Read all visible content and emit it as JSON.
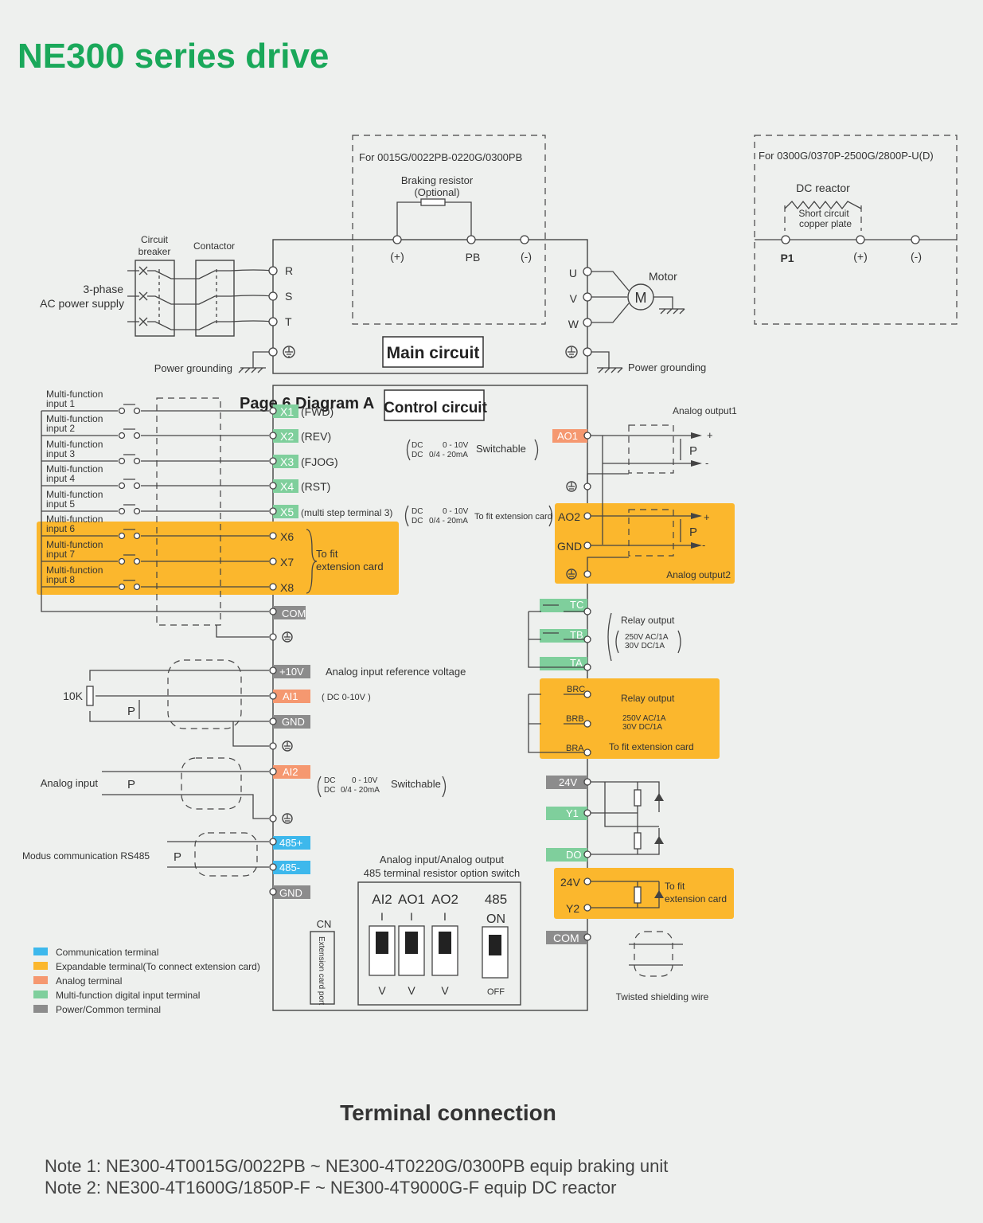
{
  "title": "NE300 series drive",
  "caption": "Terminal connection",
  "notes": [
    "Note 1: NE300-4T0015G/0022PB ~ NE300-4T0220G/0300PB equip braking unit",
    "Note 2: NE300-4T1600G/1850P-F ~ NE300-4T9000G-F equip DC reactor"
  ],
  "colors": {
    "title": "#1aa85a",
    "communication": "#3db8ec",
    "expandable": "#fbb72d",
    "analog": "#f59870",
    "digital_input": "#7fcf9c",
    "power_common": "#8c8c8c"
  },
  "main": {
    "label": "Main circuit",
    "braking_box": "For 0015G/0022PB-0220G/0300PB",
    "braking_resistor": "Braking resistor",
    "optional": "(Optional)",
    "dc_box": "For 0300G/0370P-2500G/2800P-U(D)",
    "dc_reactor": "DC reactor",
    "short_circuit": "Short circuit",
    "copper_plate": "copper plate",
    "bus_terms": [
      "(+)",
      "PB",
      "(-)"
    ],
    "dc_terms": [
      "P1",
      "(+)",
      "(-)"
    ],
    "circuit_breaker": [
      "Circuit",
      "breaker"
    ],
    "contactor": "Contactor",
    "supply": [
      "3-phase",
      "AC power supply"
    ],
    "inputs": [
      "R",
      "S",
      "T"
    ],
    "outputs": [
      "U",
      "V",
      "W"
    ],
    "motor": "Motor",
    "motor_symbol": "M",
    "power_grounding": "Power grounding"
  },
  "control": {
    "label": "Control circuit",
    "page_label": "Page 6 Diagram A",
    "left_inputs": [
      {
        "label": [
          "Multi-function",
          "input 1"
        ],
        "term": "X1",
        "func": "(FWD)"
      },
      {
        "label": [
          "Multi-function",
          "input 2"
        ],
        "term": "X2",
        "func": "(REV)"
      },
      {
        "label": [
          "Multi-function",
          "input 3"
        ],
        "term": "X3",
        "func": "(FJOG)"
      },
      {
        "label": [
          "Multi-function",
          "input 4"
        ],
        "term": "X4",
        "func": "(RST)"
      },
      {
        "label": [
          "Multi-function",
          "input 5"
        ],
        "term": "X5",
        "func": "(multi step terminal 3)"
      },
      {
        "label": [
          "Multi-function",
          "input 6"
        ],
        "term": "X6",
        "func": ""
      },
      {
        "label": [
          "Multi-function",
          "input 7"
        ],
        "term": "X7",
        "func": ""
      },
      {
        "label": [
          "Multi-function",
          "input 8"
        ],
        "term": "X8",
        "func": ""
      }
    ],
    "to_fit": [
      "To fit",
      "extension card"
    ],
    "com": "COM",
    "dc_v": "DC",
    "v_range": "0 - 10V",
    "dc_ma": "DC",
    "ma_range": "0/4 - 20mA",
    "switchable": "Switchable",
    "to_fit_ext": "To fit extension card",
    "ref_term": "+10V",
    "ref_label": "Analog input reference voltage",
    "pot_label": "10K",
    "p": "P",
    "ai1": "AI1",
    "ai1_range": "( DC 0-10V )",
    "gnd": "GND",
    "ai2": "AI2",
    "ai2_v": "0 - 10V",
    "analog_input": "Analog input",
    "rs485_label": "Modus communication RS485",
    "rs485_pos": "485+",
    "rs485_neg": "485-",
    "gnd2": "GND",
    "ao1": "AO1",
    "analog_output1": "Analog output1",
    "ao2": "AO2",
    "gnd_ao": "GND",
    "analog_output2": "Analog output2",
    "plus": "+",
    "minus": "-",
    "tc": "TC",
    "tb": "TB",
    "ta": "TA",
    "relay_output": "Relay output",
    "relay_spec1": "250V  AC/1A",
    "relay_spec2": "30V    DC/1A",
    "brc": "BRC",
    "brb": "BRB",
    "bra": "BRA",
    "relay_output2": "Relay output",
    "to_fit_ext2": "To fit extension card",
    "v24": "24V",
    "y1": "Y1",
    "do": "DO",
    "v24b": "24V",
    "y2": "Y2",
    "to_fit3": [
      "To fit",
      "extension card"
    ],
    "com2": "COM",
    "twisted": "Twisted shielding wire",
    "switch_title": [
      "Analog input/Analog output",
      "485 terminal resistor option switch"
    ],
    "switches": [
      "AI2",
      "AO1",
      "AO2",
      "485"
    ],
    "on": "ON",
    "off": "OFF",
    "switch_i": "I",
    "switch_v": "V",
    "cn": "CN",
    "ext_port": "Extension card port"
  },
  "legend": [
    {
      "label": "Communication terminal",
      "color": "#3db8ec"
    },
    {
      "label": "Expandable terminal(To connect extension card)",
      "color": "#fbb72d"
    },
    {
      "label": "Analog terminal",
      "color": "#f59870"
    },
    {
      "label": "Multi-function digital input terminal",
      "color": "#7fcf9c"
    },
    {
      "label": "Power/Common terminal",
      "color": "#8c8c8c"
    }
  ]
}
